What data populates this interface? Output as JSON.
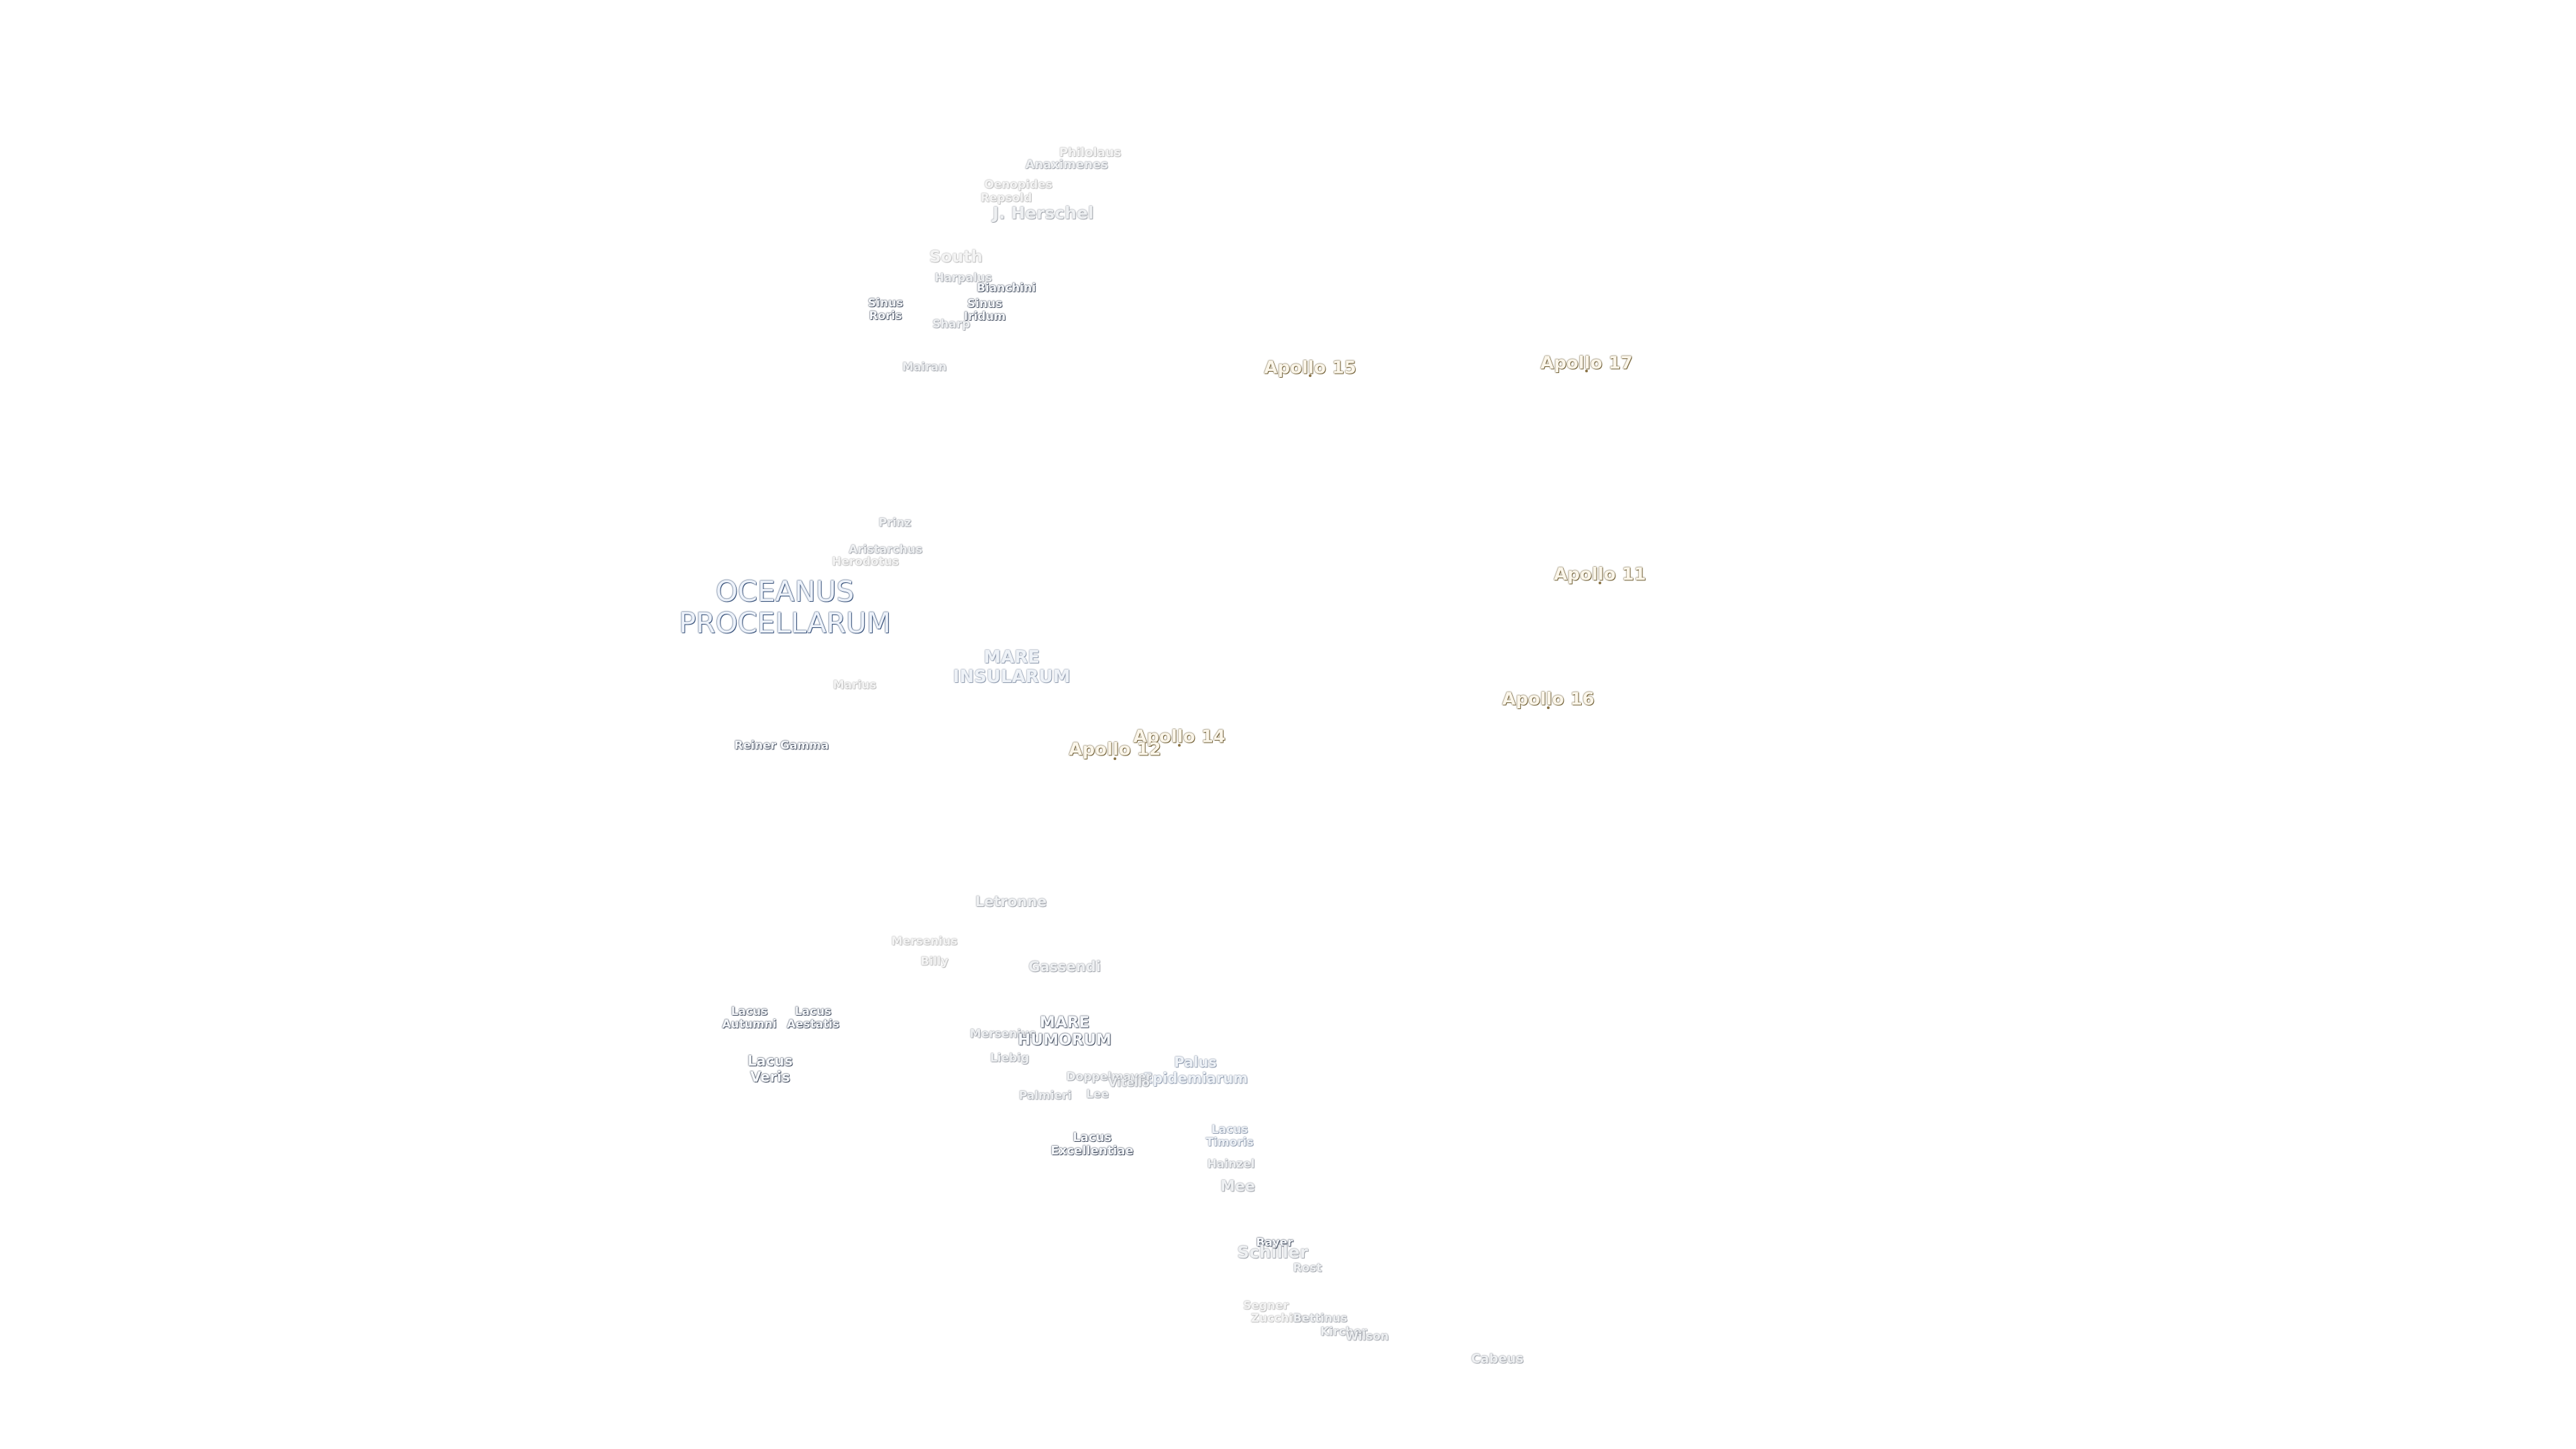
{
  "features": [
    {
      "id": "philolaus",
      "lines": [
        "Philolaus"
      ],
      "size": 18,
      "style": "f1"
    },
    {
      "id": "anaximenes",
      "lines": [
        "Anaximenes"
      ],
      "size": 18,
      "style": "f2"
    },
    {
      "id": "oenopides",
      "lines": [
        "Oenopides"
      ],
      "size": 17,
      "style": "f1"
    },
    {
      "id": "repsold",
      "lines": [
        "Repsold"
      ],
      "size": 17,
      "style": "f1"
    },
    {
      "id": "j-herschel",
      "lines": [
        "J. Herschel"
      ],
      "size": 25,
      "style": "f2"
    },
    {
      "id": "south",
      "lines": [
        "South"
      ],
      "size": 24,
      "style": "f1"
    },
    {
      "id": "harpalus",
      "lines": [
        "Harpalus"
      ],
      "size": 17,
      "style": "f2"
    },
    {
      "id": "bianchini",
      "lines": [
        "Bianchini"
      ],
      "size": 17,
      "style": "f4"
    },
    {
      "id": "sinus-roris",
      "lines": [
        "Sinus",
        "Roris"
      ],
      "size": 17,
      "style": "f4"
    },
    {
      "id": "sinus-iridum",
      "lines": [
        "Sinus",
        "Iridum"
      ],
      "size": 17,
      "style": "f4"
    },
    {
      "id": "sharp",
      "lines": [
        "Sharp"
      ],
      "size": 17,
      "style": "f2"
    },
    {
      "id": "mairan",
      "lines": [
        "Mairan"
      ],
      "size": 17,
      "style": "f2"
    },
    {
      "id": "prinz",
      "lines": [
        "Prinz"
      ],
      "size": 17,
      "style": "f2"
    },
    {
      "id": "aristarchus",
      "lines": [
        "Aristarchus"
      ],
      "size": 17,
      "style": "f2"
    },
    {
      "id": "herodotus",
      "lines": [
        "Herodotus"
      ],
      "size": 17,
      "style": "f1"
    },
    {
      "id": "oceanus-procellarum",
      "lines": [
        "OCEANUS",
        "PROCELLARUM"
      ],
      "size": 42,
      "style": "mare"
    },
    {
      "id": "mare-insularum",
      "lines": [
        "MARE",
        "INSULARUM"
      ],
      "size": 26,
      "style": "f3"
    },
    {
      "id": "marius",
      "lines": [
        "Marius"
      ],
      "size": 17,
      "style": "f1"
    },
    {
      "id": "reiner-gamma",
      "lines": [
        "Reiner Gamma"
      ],
      "size": 17,
      "style": "f4"
    },
    {
      "id": "letronne",
      "lines": [
        "Letronne"
      ],
      "size": 21,
      "style": "f2"
    },
    {
      "id": "mersenius-faint",
      "lines": [
        "Mersenius"
      ],
      "size": 17,
      "style": "f1"
    },
    {
      "id": "billy",
      "lines": [
        "Billy"
      ],
      "size": 17,
      "style": "f1"
    },
    {
      "id": "gassendi",
      "lines": [
        "Gassendi"
      ],
      "size": 21,
      "style": "f2"
    },
    {
      "id": "lacus-autumni",
      "lines": [
        "Lacus",
        "Autumni"
      ],
      "size": 17,
      "style": "f4"
    },
    {
      "id": "lacus-aestatis",
      "lines": [
        "Lacus",
        "Aestatis"
      ],
      "size": 17,
      "style": "f4"
    },
    {
      "id": "lacus-veris",
      "lines": [
        "Lacus",
        "Veris"
      ],
      "size": 21,
      "style": "f4"
    },
    {
      "id": "mersenius",
      "lines": [
        "Mersenius"
      ],
      "size": 17,
      "style": "f2"
    },
    {
      "id": "mare-humorum",
      "lines": [
        "MARE",
        "HUMORUM"
      ],
      "size": 23,
      "style": "f4"
    },
    {
      "id": "liebig",
      "lines": [
        "Liebig"
      ],
      "size": 17,
      "style": "f2"
    },
    {
      "id": "palus-epidemiarum",
      "lines": [
        "Palus",
        "Epidemiarum"
      ],
      "size": 21,
      "style": "f3"
    },
    {
      "id": "doppelmayer",
      "lines": [
        "Doppelmayer"
      ],
      "size": 17,
      "style": "f2"
    },
    {
      "id": "vitello",
      "lines": [
        "Vitello"
      ],
      "size": 17,
      "style": "f2"
    },
    {
      "id": "palmieri",
      "lines": [
        "Palmieri"
      ],
      "size": 17,
      "style": "f2"
    },
    {
      "id": "lee",
      "lines": [
        "Lee"
      ],
      "size": 17,
      "style": "f2"
    },
    {
      "id": "lacus-excellentiae",
      "lines": [
        "Lacus",
        "Excellentiae"
      ],
      "size": 18,
      "style": "f4"
    },
    {
      "id": "lacus-timoris",
      "lines": [
        "Lacus",
        "Timoris"
      ],
      "size": 17,
      "style": "f3"
    },
    {
      "id": "hainzel",
      "lines": [
        "Hainzel"
      ],
      "size": 17,
      "style": "f2"
    },
    {
      "id": "mee",
      "lines": [
        "Mee"
      ],
      "size": 22,
      "style": "f2"
    },
    {
      "id": "bayer",
      "lines": [
        "Bayer"
      ],
      "size": 17,
      "style": "f4"
    },
    {
      "id": "schiller",
      "lines": [
        "Schiller"
      ],
      "size": 25,
      "style": "f2"
    },
    {
      "id": "rost",
      "lines": [
        "Rost"
      ],
      "size": 17,
      "style": "f2"
    },
    {
      "id": "segner",
      "lines": [
        "Segner"
      ],
      "size": 17,
      "style": "f1"
    },
    {
      "id": "zucchius",
      "lines": [
        "Zucchius"
      ],
      "size": 17,
      "style": "f1"
    },
    {
      "id": "bettinus",
      "lines": [
        "Bettinus"
      ],
      "size": 17,
      "style": "f2"
    },
    {
      "id": "kircher",
      "lines": [
        "Kircher"
      ],
      "size": 17,
      "style": "f2"
    },
    {
      "id": "wilson",
      "lines": [
        "Wilson"
      ],
      "size": 17,
      "style": "f2"
    },
    {
      "id": "cabeus",
      "lines": [
        "Cabeus"
      ],
      "size": 19,
      "style": "f2"
    },
    {
      "id": "apollo-15",
      "lines": [
        "Apollo 15"
      ],
      "size": 26,
      "style": "apollo"
    },
    {
      "id": "apollo-17",
      "lines": [
        "Apollo 17"
      ],
      "size": 26,
      "style": "apollo"
    },
    {
      "id": "apollo-11",
      "lines": [
        "Apollo 11"
      ],
      "size": 26,
      "style": "apollo"
    },
    {
      "id": "apollo-16",
      "lines": [
        "Apollo 16"
      ],
      "size": 26,
      "style": "apollo"
    },
    {
      "id": "apollo-14",
      "lines": [
        "Apollo 14"
      ],
      "size": 26,
      "style": "apollo"
    },
    {
      "id": "apollo-12",
      "lines": [
        "Apollo 12"
      ],
      "size": 26,
      "style": "apollo"
    }
  ]
}
